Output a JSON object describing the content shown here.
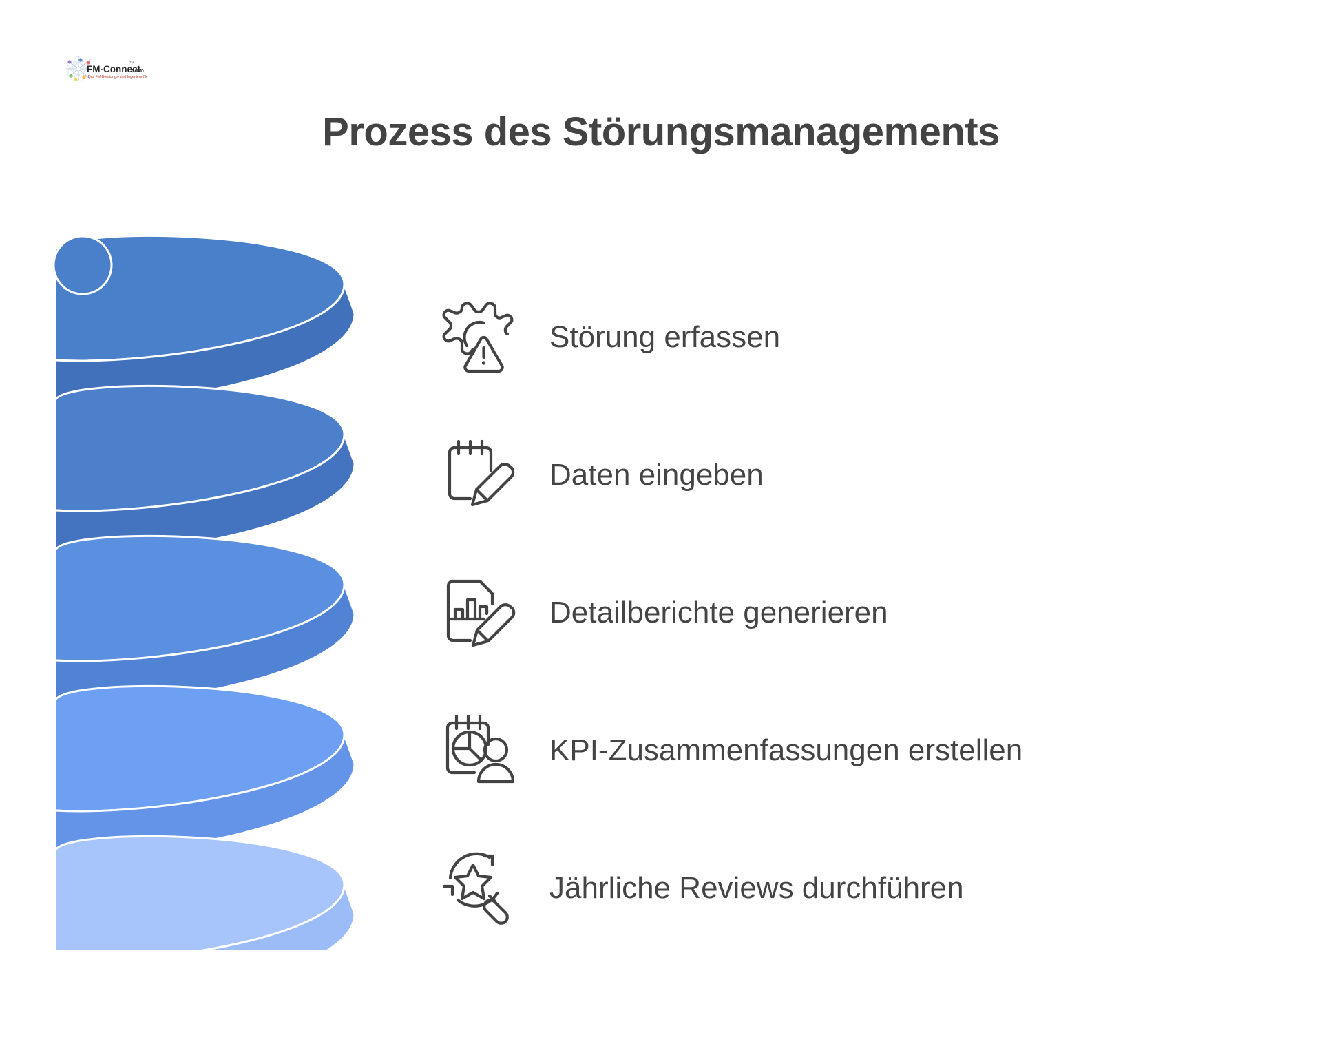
{
  "brand": {
    "logo_name": "FM-Connect.com",
    "logo_text": "FM-Connect",
    "logo_suffix": ".com",
    "logo_tagline": "Das FM-Beratungs- und Ingenieur-Netzwerk",
    "logo_tm": "TM"
  },
  "header": {
    "title": "Prozess des Störungsmanagements"
  },
  "theme": {
    "background": "#ffffff",
    "title_color": "#434343",
    "label_color": "#444444",
    "icon_stroke": "#434343",
    "helix_color_1": "#4a7fc9",
    "helix_color_2": "#4c80ca",
    "helix_color_3": "#5b8fe0",
    "helix_color_4": "#6d9ff2",
    "helix_color_5": "#a8c5fb"
  },
  "graphic": {
    "name": "spiral-helix",
    "turns": 5,
    "colors": [
      "#4a7fc9",
      "#4c80ca",
      "#5b8fe0",
      "#6d9ff2",
      "#a8c5fb"
    ]
  },
  "steps": [
    {
      "index": 1,
      "label": "Störung erfassen",
      "icon": "gear-warning-icon"
    },
    {
      "index": 2,
      "label": "Daten eingeben",
      "icon": "notepad-pencil-icon"
    },
    {
      "index": 3,
      "label": "Detailberichte generieren",
      "icon": "document-barchart-pencil-icon"
    },
    {
      "index": 4,
      "label": "KPI-Zusammenfassungen erstellen",
      "icon": "notepad-piechart-person-icon"
    },
    {
      "index": 5,
      "label": "Jährliche Reviews durchführen",
      "icon": "magnifier-star-refresh-icon"
    }
  ]
}
